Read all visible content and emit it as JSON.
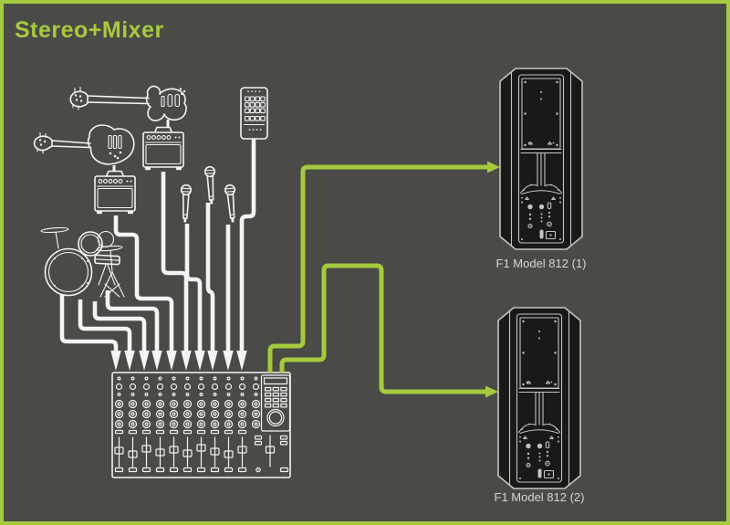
{
  "title": "Stereo+Mixer",
  "theme": {
    "bg": "#4a4a47",
    "accent": "#a6ca3d",
    "line": "#f4f4f4",
    "detail": "#c4c4c2",
    "speaker-fill": "#191917",
    "label": "#d6d6d4"
  },
  "speakers": [
    {
      "label": "F1 Model 812 (1)"
    },
    {
      "label": "F1 Model 812 (2)"
    }
  ],
  "setup": {
    "sources": [
      "drum-kit",
      "electric-guitar",
      "guitar-amp",
      "bass-guitar",
      "bass-amp",
      "microphone-1",
      "microphone-2",
      "microphone-3",
      "smartphone"
    ],
    "hub": "mixer",
    "input_connections": 10,
    "output_connections": 2
  }
}
